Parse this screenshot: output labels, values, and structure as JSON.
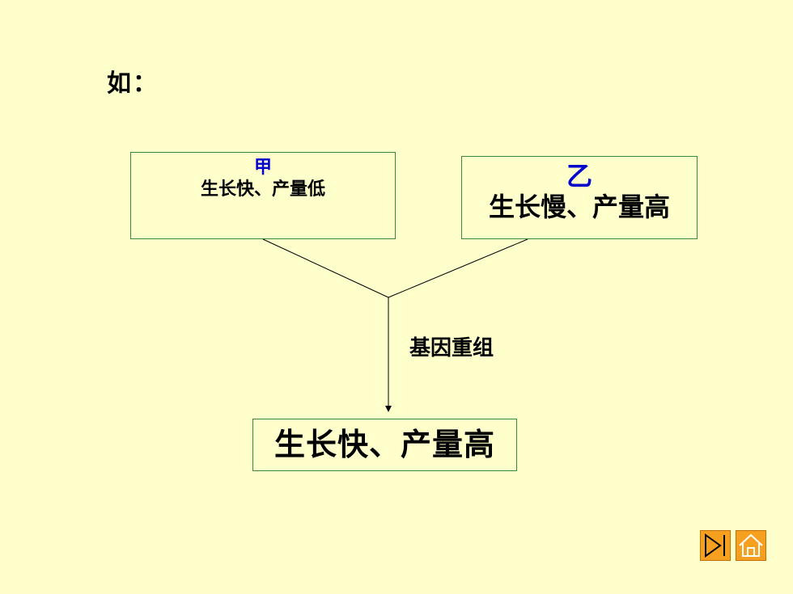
{
  "heading": "如：",
  "parents": [
    {
      "name": "甲",
      "trait": "生长快、产量低"
    },
    {
      "name": "乙",
      "trait": "生长慢、产量高"
    }
  ],
  "process": "基因重组",
  "offspring": {
    "trait": "生长快、产量高"
  },
  "nav": {
    "next_icon": "play-next-icon",
    "home_icon": "home-icon",
    "accent_color": "#F7A020"
  },
  "colors": {
    "background": "#FFFFCC",
    "box_border": "#3A8A3A",
    "name_color": "#0000CC"
  }
}
